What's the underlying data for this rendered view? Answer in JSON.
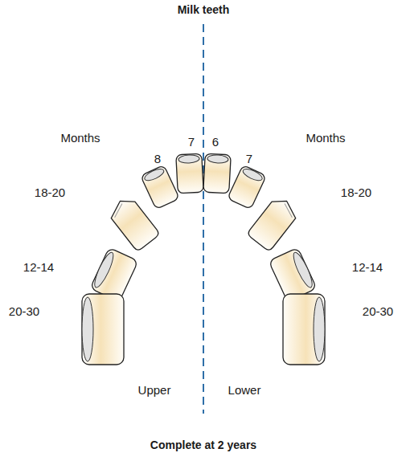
{
  "diagram": {
    "title": "Milk teeth",
    "caption": "Complete at 2 years",
    "labels": [
      "Months",
      "Months",
      "7",
      "8",
      "18-20",
      "12-14",
      "20-30",
      "6",
      "7",
      "18-20",
      "12-14",
      "20-30",
      "Upper",
      "Lower"
    ]
  }
}
